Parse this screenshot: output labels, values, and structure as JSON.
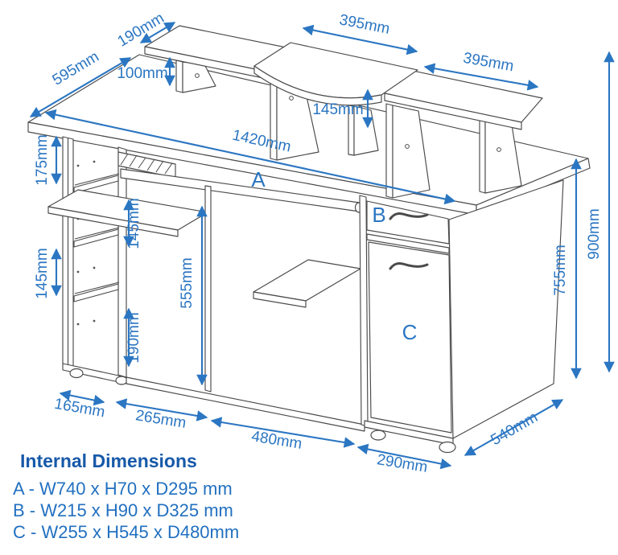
{
  "colors": {
    "dimension_blue": "#2b76c2",
    "legend_heading_blue": "#1759a9",
    "legend_item_blue": "#2270c0",
    "line_gray": "#4a4a4a",
    "background": "#ffffff"
  },
  "dimensions": {
    "top_shelf_left_depth": "190mm",
    "top_shelf_center_width": "395mm",
    "top_shelf_right_width": "395mm",
    "desktop_depth": "595mm",
    "left_riser_height": "100mm",
    "right_riser_height": "145mm",
    "desktop_width": "1420mm",
    "left_shelf_spacing_top": "175mm",
    "left_shelf_spacing_bottom": "145mm",
    "tower_gap_upper": "145mm",
    "kneehole_height": "555mm",
    "tower_gap_lower": "190mm",
    "desk_surface_height": "755mm",
    "overall_height": "900mm",
    "side_shelf_depth": "165mm",
    "kneehole_width": "265mm",
    "front_edge_span": "480mm",
    "pedestal_width": "290mm",
    "side_depth": "540mm"
  },
  "labels": {
    "unit_a": "A",
    "unit_b": "B",
    "unit_c": "C"
  },
  "legend": {
    "heading": "Internal Dimensions",
    "items": [
      "A - W740 x H70 x D295 mm",
      "B - W215 x H90 x D325 mm",
      "C - W255 x H545 x D480mm"
    ]
  }
}
